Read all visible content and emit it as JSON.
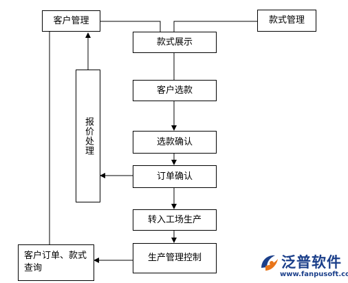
{
  "nodes": {
    "customer_management": "客户管理",
    "style_management": "款式管理",
    "style_display": "款式展示",
    "customer_select": "客户选款",
    "select_confirm": "选款确认",
    "order_confirm": "订单确认",
    "to_factory": "转入工场生产",
    "production_control": "生产管理控制",
    "quote_processing": "报价处理",
    "order_query": "客户订单、款式查询"
  },
  "logo": {
    "name": "泛普软件",
    "url": "www.fanpusoft.com",
    "colors": {
      "navy": "#1b3f8a",
      "orange": "#e8751a"
    }
  },
  "colors": {
    "line": "#000000",
    "box_border": "#000000",
    "background": "#ffffff"
  }
}
